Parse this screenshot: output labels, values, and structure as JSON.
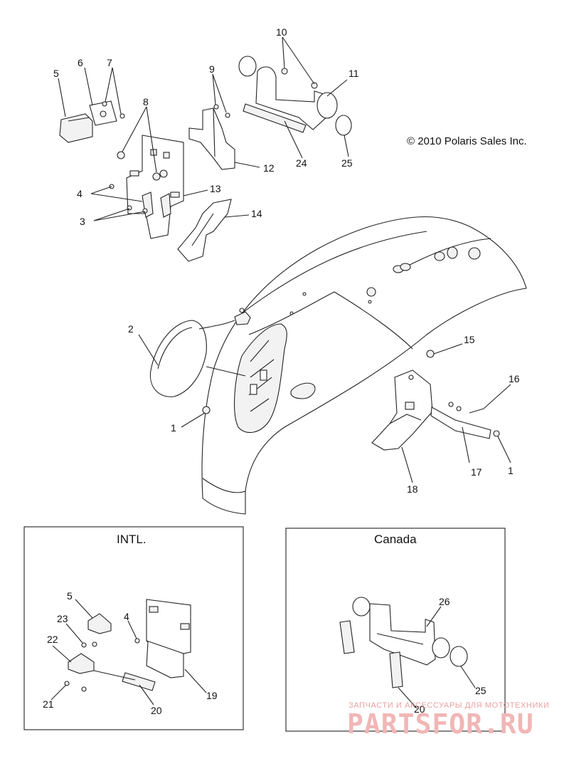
{
  "copyright": "© 2010 Polaris Sales Inc.",
  "boxes": {
    "intl_title": "INTL.",
    "canada_title": "Canada"
  },
  "watermark": {
    "subtitle": "ЗАПЧАСТИ И АКСЕССУАРЫ ДЛЯ МОТОТЕХНИКИ",
    "brand": "PARTSFOR.RU"
  },
  "callouts": {
    "main": [
      "10",
      "11",
      "6",
      "7",
      "5",
      "9",
      "8",
      "12",
      "24",
      "25",
      "4",
      "13",
      "3",
      "14",
      "2",
      "15",
      "16",
      "1",
      "17",
      "1",
      "18"
    ],
    "intl": [
      "5",
      "23",
      "4",
      "22",
      "19",
      "21",
      "20"
    ],
    "canada": [
      "26",
      "25",
      "20"
    ]
  },
  "colors": {
    "line": "#222222",
    "part_fill": "#f2f2f2",
    "watermark": "#f1b6b6"
  }
}
